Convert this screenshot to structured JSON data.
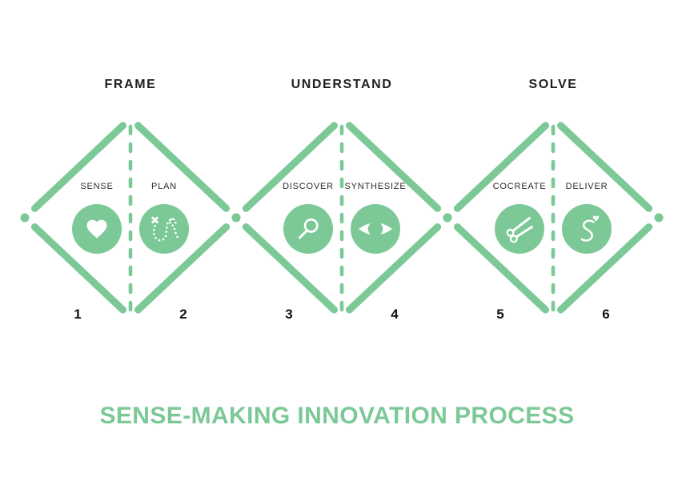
{
  "title": "SENSE-MAKING INNOVATION PROCESS",
  "colors": {
    "accent_green": "#7cc997",
    "text_dark": "#1f1f1f",
    "background": "#ffffff"
  },
  "phases": [
    {
      "label": "FRAME",
      "steps": [
        {
          "number": "1",
          "label": "SENSE",
          "icon": "heart-icon"
        },
        {
          "number": "2",
          "label": "PLAN",
          "icon": "dotted-route-icon"
        }
      ]
    },
    {
      "label": "UNDERSTAND",
      "steps": [
        {
          "number": "3",
          "label": "DISCOVER",
          "icon": "magnifier-icon"
        },
        {
          "number": "4",
          "label": "SYNTHESIZE",
          "icon": "eye-icon"
        }
      ]
    },
    {
      "label": "SOLVE",
      "steps": [
        {
          "number": "5",
          "label": "COCREATE",
          "icon": "scissors-icon"
        },
        {
          "number": "6",
          "label": "DELIVER",
          "icon": "s-heart-icon"
        }
      ]
    }
  ]
}
